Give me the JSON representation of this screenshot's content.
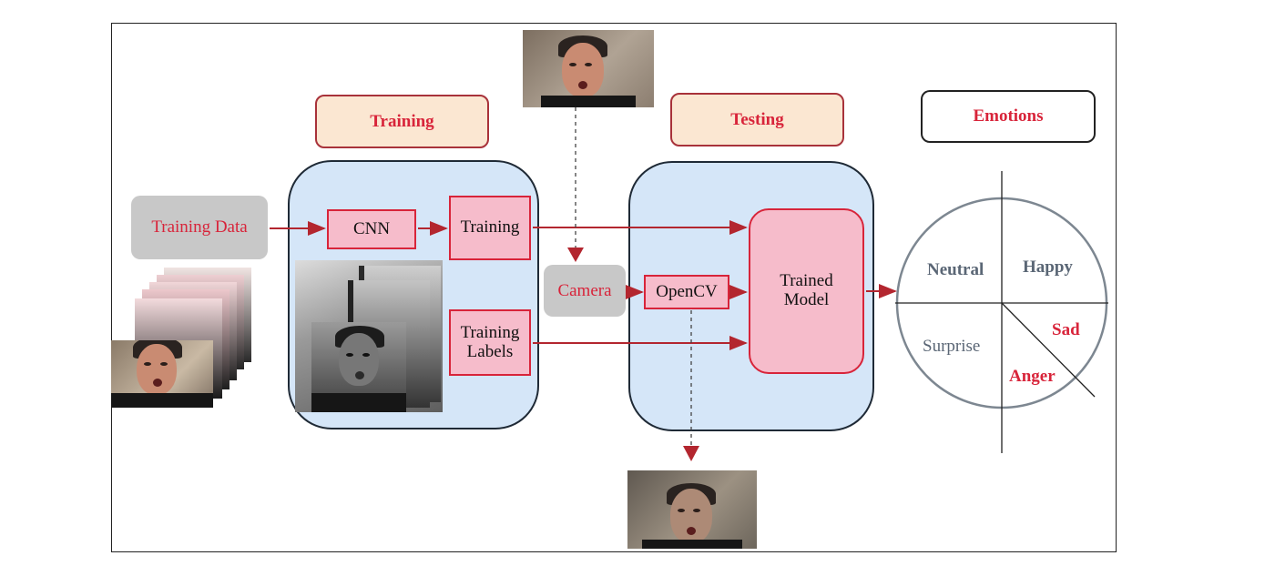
{
  "headers": {
    "training": "Training",
    "testing": "Testing",
    "emotions": "Emotions"
  },
  "nodes": {
    "training_data": "Training Data",
    "cnn": "CNN",
    "training": "Training",
    "training_labels_line1": "Training",
    "training_labels_line2": "Labels",
    "camera": "Camera",
    "opencv": "OpenCV",
    "trained_model_line1": "Trained",
    "trained_model_line2": "Model"
  },
  "emotions": {
    "neutral": "Neutral",
    "happy": "Happy",
    "surprise": "Surprise",
    "sad": "Sad",
    "anger": "Anger"
  },
  "colors": {
    "accent_red": "#d8243a",
    "panel_blue": "#d5e6f8",
    "box_pink": "#f6bccb",
    "header_fill": "#fbe7d2",
    "gray_box": "#c8c8c8",
    "emotion_slate": "#5a6675"
  }
}
